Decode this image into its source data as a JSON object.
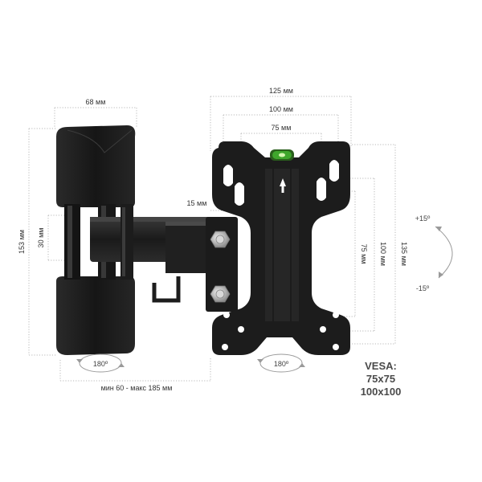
{
  "dimensions": {
    "plate_width": "68 мм",
    "overall_height": "153 мм",
    "pivot_spacing": "30 мм",
    "arm_offset": "15 мм",
    "extension_range": "мин 60 - макс 185 мм",
    "vesa_h_large": "125 мм",
    "vesa_h_mid": "100 мм",
    "vesa_h_small": "75 мм",
    "vesa_v_small": "75 мм",
    "vesa_v_mid": "100 мм",
    "vesa_v_large": "135 мм"
  },
  "rotation": {
    "wall_swivel": "180º",
    "plate_swivel": "180º",
    "tilt_up": "+15º",
    "tilt_down": "-15º"
  },
  "vesa": {
    "label": "VESA:",
    "size_small": "75x75",
    "size_large": "100x100"
  },
  "colors": {
    "metal": "#1e1e1e",
    "bubble_level": "#3fa62c"
  }
}
